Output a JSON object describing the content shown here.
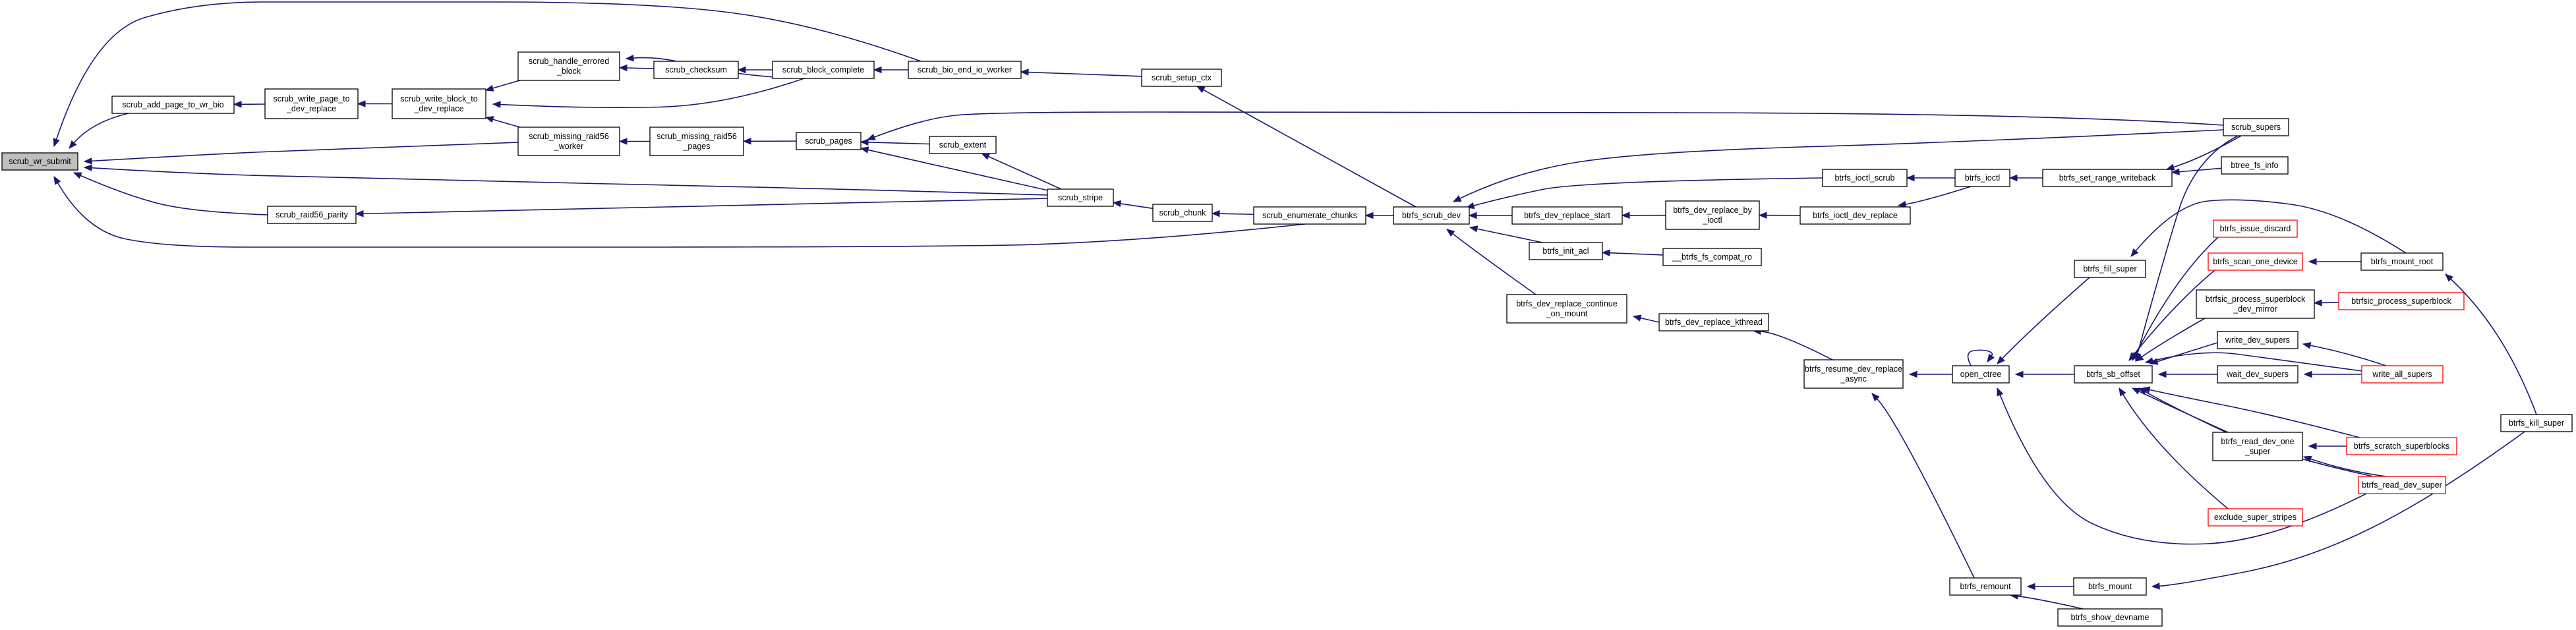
{
  "nodes": [
    {
      "id": "scrub_wr_submit",
      "lines": [
        "scrub_wr_submit"
      ],
      "highlight": "root"
    },
    {
      "id": "scrub_add_page_to_wr_bio",
      "lines": [
        "scrub_add_page_to_wr_bio"
      ]
    },
    {
      "id": "scrub_write_page_to_dev_replace",
      "lines": [
        "scrub_write_page_to",
        "_dev_replace"
      ]
    },
    {
      "id": "scrub_write_block_to_dev_replace",
      "lines": [
        "scrub_write_block_to",
        "_dev_replace"
      ]
    },
    {
      "id": "scrub_handle_errored_block",
      "lines": [
        "scrub_handle_errored",
        "_block"
      ]
    },
    {
      "id": "scrub_checksum",
      "lines": [
        "scrub_checksum"
      ]
    },
    {
      "id": "scrub_block_complete",
      "lines": [
        "scrub_block_complete"
      ]
    },
    {
      "id": "scrub_bio_end_io_worker",
      "lines": [
        "scrub_bio_end_io_worker"
      ]
    },
    {
      "id": "scrub_setup_ctx",
      "lines": [
        "scrub_setup_ctx"
      ]
    },
    {
      "id": "scrub_missing_raid56_worker",
      "lines": [
        "scrub_missing_raid56",
        "_worker"
      ]
    },
    {
      "id": "scrub_missing_raid56_pages",
      "lines": [
        "scrub_missing_raid56",
        "_pages"
      ]
    },
    {
      "id": "scrub_pages",
      "lines": [
        "scrub_pages"
      ]
    },
    {
      "id": "scrub_extent",
      "lines": [
        "scrub_extent"
      ]
    },
    {
      "id": "scrub_stripe",
      "lines": [
        "scrub_stripe"
      ]
    },
    {
      "id": "scrub_raid56_parity",
      "lines": [
        "scrub_raid56_parity"
      ]
    },
    {
      "id": "scrub_chunk",
      "lines": [
        "scrub_chunk"
      ]
    },
    {
      "id": "scrub_enumerate_chunks",
      "lines": [
        "scrub_enumerate_chunks"
      ]
    },
    {
      "id": "btrfs_scrub_dev",
      "lines": [
        "btrfs_scrub_dev"
      ]
    },
    {
      "id": "btrfs_ioctl_scrub",
      "lines": [
        "btrfs_ioctl_scrub"
      ]
    },
    {
      "id": "btrfs_dev_replace_start",
      "lines": [
        "btrfs_dev_replace_start"
      ]
    },
    {
      "id": "btrfs_dev_replace_by_ioctl",
      "lines": [
        "btrfs_dev_replace_by",
        "_ioctl"
      ]
    },
    {
      "id": "btrfs_ioctl_dev_replace",
      "lines": [
        "btrfs_ioctl_dev_replace"
      ]
    },
    {
      "id": "btrfs_ioctl",
      "lines": [
        "btrfs_ioctl"
      ]
    },
    {
      "id": "btrfs_set_range_writeback",
      "lines": [
        "btrfs_set_range_writeback"
      ]
    },
    {
      "id": "scrub_supers",
      "lines": [
        "scrub_supers"
      ]
    },
    {
      "id": "btree_fs_info",
      "lines": [
        "btree_fs_info"
      ]
    },
    {
      "id": "btrfs_init_acl",
      "lines": [
        "btrfs_init_acl"
      ]
    },
    {
      "id": "__btrfs_fs_compat_ro",
      "lines": [
        "__btrfs_fs_compat_ro"
      ]
    },
    {
      "id": "btrfs_dev_replace_continue_on_mount",
      "lines": [
        "btrfs_dev_replace_continue",
        "_on_mount"
      ]
    },
    {
      "id": "btrfs_dev_replace_kthread",
      "lines": [
        "btrfs_dev_replace_kthread"
      ]
    },
    {
      "id": "btrfs_resume_dev_replace_async",
      "lines": [
        "btrfs_resume_dev_replace",
        "_async"
      ]
    },
    {
      "id": "open_ctree",
      "lines": [
        "open_ctree"
      ]
    },
    {
      "id": "btrfs_sb_offset",
      "lines": [
        "btrfs_sb_offset"
      ]
    },
    {
      "id": "btrfs_fill_super",
      "lines": [
        "btrfs_fill_super"
      ]
    },
    {
      "id": "btrfs_issue_discard",
      "lines": [
        "btrfs_issue_discard"
      ],
      "highlight": "red"
    },
    {
      "id": "btrfs_scan_one_device",
      "lines": [
        "btrfs_scan_one_device"
      ],
      "highlight": "red"
    },
    {
      "id": "btrfs_mount_root",
      "lines": [
        "btrfs_mount_root"
      ]
    },
    {
      "id": "btrfsic_process_superblock_dev_mirror",
      "lines": [
        "btrfsic_process_superblock",
        "_dev_mirror"
      ]
    },
    {
      "id": "btrfsic_process_superblock",
      "lines": [
        "btrfsic_process_superblock"
      ],
      "highlight": "red"
    },
    {
      "id": "write_dev_supers",
      "lines": [
        "write_dev_supers"
      ]
    },
    {
      "id": "wait_dev_supers",
      "lines": [
        "wait_dev_supers"
      ]
    },
    {
      "id": "write_all_supers",
      "lines": [
        "write_all_supers"
      ],
      "highlight": "red"
    },
    {
      "id": "btrfs_read_dev_one_super",
      "lines": [
        "btrfs_read_dev_one",
        "_super"
      ]
    },
    {
      "id": "btrfs_scratch_superblocks",
      "lines": [
        "btrfs_scratch_superblocks"
      ],
      "highlight": "red"
    },
    {
      "id": "btrfs_read_dev_super",
      "lines": [
        "btrfs_read_dev_super"
      ],
      "highlight": "red"
    },
    {
      "id": "exclude_super_stripes",
      "lines": [
        "exclude_super_stripes"
      ],
      "highlight": "red"
    },
    {
      "id": "btrfs_kill_super",
      "lines": [
        "btrfs_kill_super"
      ]
    },
    {
      "id": "btrfs_remount",
      "lines": [
        "btrfs_remount"
      ]
    },
    {
      "id": "btrfs_mount",
      "lines": [
        "btrfs_mount"
      ]
    },
    {
      "id": "btrfs_show_devname",
      "lines": [
        "btrfs_show_devname"
      ]
    }
  ],
  "edges": [
    [
      "scrub_add_page_to_wr_bio",
      "scrub_wr_submit"
    ],
    [
      "scrub_missing_raid56_worker",
      "scrub_wr_submit"
    ],
    [
      "scrub_stripe",
      "scrub_wr_submit"
    ],
    [
      "scrub_raid56_parity",
      "scrub_wr_submit"
    ],
    [
      "scrub_enumerate_chunks",
      "scrub_wr_submit"
    ],
    [
      "scrub_bio_end_io_worker",
      "scrub_wr_submit"
    ],
    [
      "scrub_write_page_to_dev_replace",
      "scrub_add_page_to_wr_bio"
    ],
    [
      "scrub_write_block_to_dev_replace",
      "scrub_write_page_to_dev_replace"
    ],
    [
      "scrub_handle_errored_block",
      "scrub_write_block_to_dev_replace"
    ],
    [
      "scrub_missing_raid56_worker",
      "scrub_write_block_to_dev_replace"
    ],
    [
      "scrub_block_complete",
      "scrub_write_block_to_dev_replace"
    ],
    [
      "scrub_checksum",
      "scrub_handle_errored_block"
    ],
    [
      "scrub_block_complete",
      "scrub_handle_errored_block"
    ],
    [
      "scrub_block_complete",
      "scrub_checksum"
    ],
    [
      "scrub_bio_end_io_worker",
      "scrub_block_complete"
    ],
    [
      "scrub_setup_ctx",
      "scrub_bio_end_io_worker"
    ],
    [
      "btrfs_scrub_dev",
      "scrub_setup_ctx"
    ],
    [
      "scrub_missing_raid56_pages",
      "scrub_missing_raid56_worker"
    ],
    [
      "scrub_pages",
      "scrub_missing_raid56_pages"
    ],
    [
      "scrub_extent",
      "scrub_pages"
    ],
    [
      "scrub_supers",
      "scrub_pages"
    ],
    [
      "scrub_stripe",
      "scrub_pages"
    ],
    [
      "scrub_stripe",
      "scrub_extent"
    ],
    [
      "scrub_chunk",
      "scrub_stripe"
    ],
    [
      "scrub_stripe",
      "scrub_raid56_parity"
    ],
    [
      "scrub_enumerate_chunks",
      "scrub_chunk"
    ],
    [
      "btrfs_scrub_dev",
      "scrub_enumerate_chunks"
    ],
    [
      "btrfs_ioctl_scrub",
      "btrfs_scrub_dev"
    ],
    [
      "btrfs_dev_replace_start",
      "btrfs_scrub_dev"
    ],
    [
      "btrfs_init_acl",
      "btrfs_scrub_dev"
    ],
    [
      "btrfs_dev_replace_continue_on_mount",
      "btrfs_scrub_dev"
    ],
    [
      "scrub_supers",
      "btrfs_scrub_dev"
    ],
    [
      "btrfs_ioctl",
      "btrfs_ioctl_scrub"
    ],
    [
      "btrfs_dev_replace_by_ioctl",
      "btrfs_dev_replace_start"
    ],
    [
      "btrfs_ioctl_dev_replace",
      "btrfs_dev_replace_by_ioctl"
    ],
    [
      "btrfs_ioctl",
      "btrfs_ioctl_dev_replace"
    ],
    [
      "btrfs_set_range_writeback",
      "btrfs_ioctl"
    ],
    [
      "btree_fs_info",
      "btrfs_set_range_writeback"
    ],
    [
      "scrub_supers",
      "btrfs_set_range_writeback"
    ],
    [
      "__btrfs_fs_compat_ro",
      "btrfs_init_acl"
    ],
    [
      "btrfs_dev_replace_kthread",
      "btrfs_dev_replace_continue_on_mount"
    ],
    [
      "btrfs_resume_dev_replace_async",
      "btrfs_dev_replace_kthread"
    ],
    [
      "open_ctree",
      "btrfs_resume_dev_replace_async"
    ],
    [
      "btrfs_remount",
      "btrfs_resume_dev_replace_async"
    ],
    [
      "open_ctree",
      "open_ctree"
    ],
    [
      "btrfs_fill_super",
      "open_ctree"
    ],
    [
      "btrfs_sb_offset",
      "open_ctree"
    ],
    [
      "btrfs_read_dev_super",
      "open_ctree"
    ],
    [
      "btrfs_mount_root",
      "btrfs_fill_super"
    ],
    [
      "scrub_supers",
      "btrfs_sb_offset"
    ],
    [
      "btrfs_issue_discard",
      "btrfs_sb_offset"
    ],
    [
      "btrfs_scan_one_device",
      "btrfs_sb_offset"
    ],
    [
      "btrfsic_process_superblock_dev_mirror",
      "btrfs_sb_offset"
    ],
    [
      "write_dev_supers",
      "btrfs_sb_offset"
    ],
    [
      "wait_dev_supers",
      "btrfs_sb_offset"
    ],
    [
      "write_all_supers",
      "btrfs_sb_offset"
    ],
    [
      "btrfs_read_dev_one_super",
      "btrfs_sb_offset"
    ],
    [
      "btrfs_scratch_superblocks",
      "btrfs_sb_offset"
    ],
    [
      "btrfs_read_dev_super",
      "btrfs_sb_offset"
    ],
    [
      "exclude_super_stripes",
      "btrfs_sb_offset"
    ],
    [
      "btrfs_mount_root",
      "btrfs_scan_one_device"
    ],
    [
      "btrfs_kill_super",
      "btrfs_mount_root"
    ],
    [
      "btrfsic_process_superblock",
      "btrfsic_process_superblock_dev_mirror"
    ],
    [
      "write_all_supers",
      "write_dev_supers"
    ],
    [
      "write_all_supers",
      "wait_dev_supers"
    ],
    [
      "btrfs_scratch_superblocks",
      "btrfs_read_dev_one_super"
    ],
    [
      "btrfs_read_dev_super",
      "btrfs_read_dev_one_super"
    ],
    [
      "btrfs_mount",
      "btrfs_remount"
    ],
    [
      "btrfs_show_devname",
      "btrfs_remount"
    ],
    [
      "btrfs_kill_super",
      "btrfs_mount"
    ]
  ]
}
